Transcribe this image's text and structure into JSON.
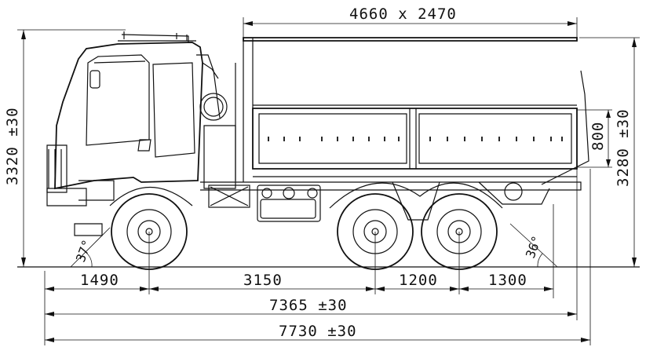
{
  "dimensions": {
    "cargo_body": "4660 x 2470",
    "overall_height": "3320 ±30",
    "body_height": "3280 ±30",
    "side_height": "800",
    "front_overhang": "1490",
    "wheelbase_front": "3150",
    "axle_spacing": "1200",
    "rear_overhang": "1300",
    "length_inner": "7365 ±30",
    "length_overall": "7730 ±30",
    "approach_angle": "37°",
    "departure_angle": "36°"
  }
}
